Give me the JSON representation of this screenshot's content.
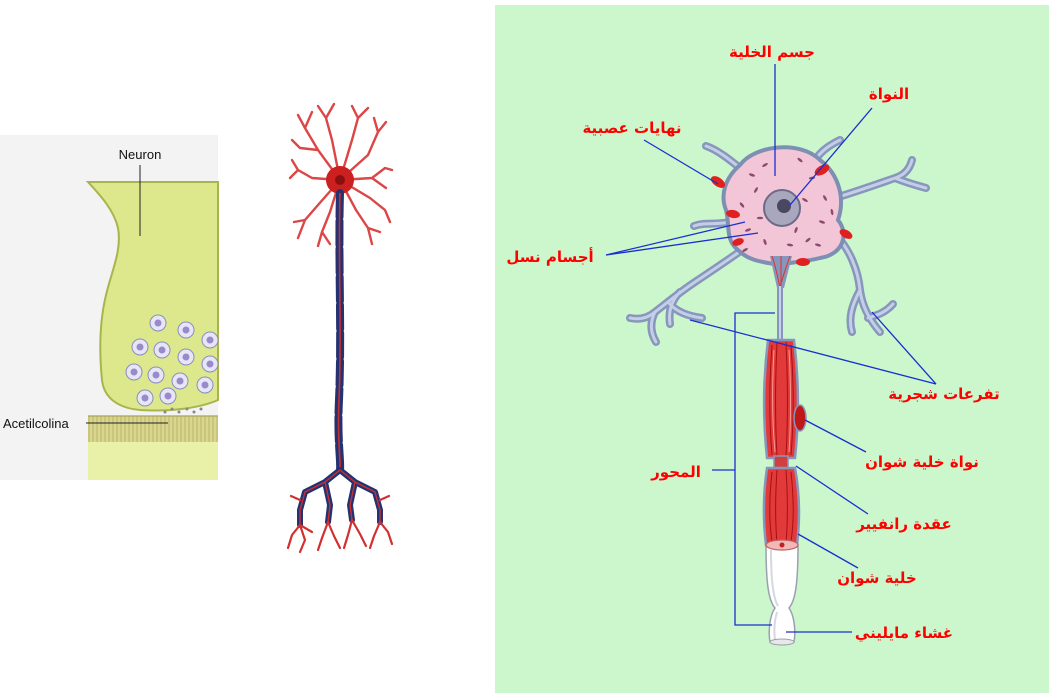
{
  "left_panel": {
    "neuron_label": "Neuron",
    "acetylcholine_label": "Acetilcolina"
  },
  "right_panel": {
    "labels": {
      "cell_body": "جسم الخلية",
      "nucleus": "النواة",
      "nerve_endings": "نهايات عصبية",
      "nissl_bodies": "أجسام نسل",
      "dendrites": "تفرعات شجرية",
      "schwann_nucleus": "نواة خلية شوان",
      "axon": "المحور",
      "node_of_ranvier": "عقدة رانفيير",
      "schwann_cell": "خلية شوان",
      "myelin_sheath": "غشاء مايليني"
    }
  },
  "colors": {
    "label_color": "#ff0000",
    "pointer_color": "#1a2fd0",
    "panel_background": "#ccf7cc",
    "synapse_terminal": "#dde88c"
  }
}
